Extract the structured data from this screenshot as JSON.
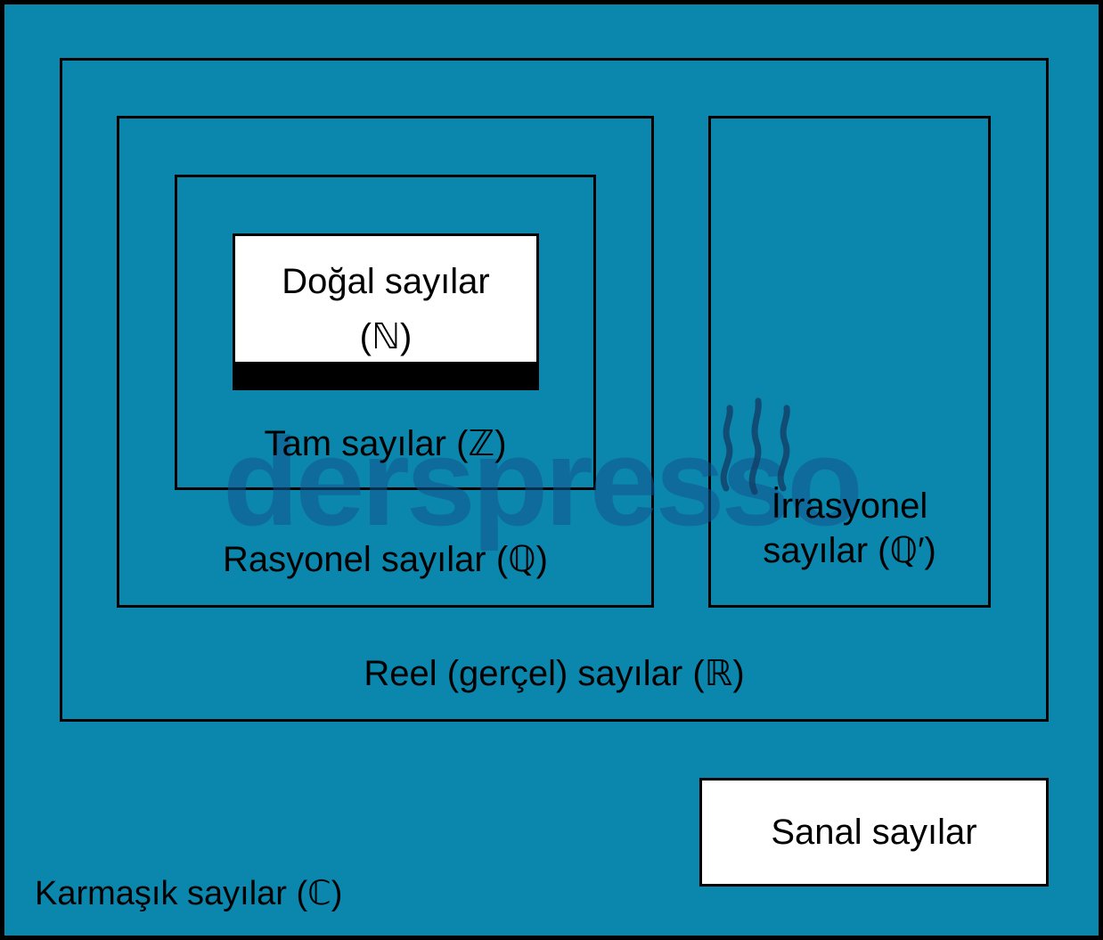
{
  "diagram": {
    "title": "Number sets diagram (Turkish)",
    "colors": {
      "background": "#0b86ad",
      "box_fill": "#ffffff",
      "border": "#000000",
      "watermark": "#14568f"
    },
    "sets": {
      "complex": {
        "label": "Karmaşık sayılar (ℂ)"
      },
      "real": {
        "label": "Reel (gerçel) sayılar (ℝ)"
      },
      "rational": {
        "label": "Rasyonel sayılar (ℚ)"
      },
      "irrational": {
        "label_line1": "İrrasyonel",
        "label_line2": "sayılar (ℚ′)"
      },
      "integer": {
        "label": "Tam sayılar (ℤ)"
      },
      "natural": {
        "label_line1": "Doğal sayılar",
        "label_line2": "(ℕ)"
      },
      "imaginary": {
        "label": "Sanal sayılar"
      }
    },
    "watermark": {
      "text": "derspresso"
    }
  }
}
